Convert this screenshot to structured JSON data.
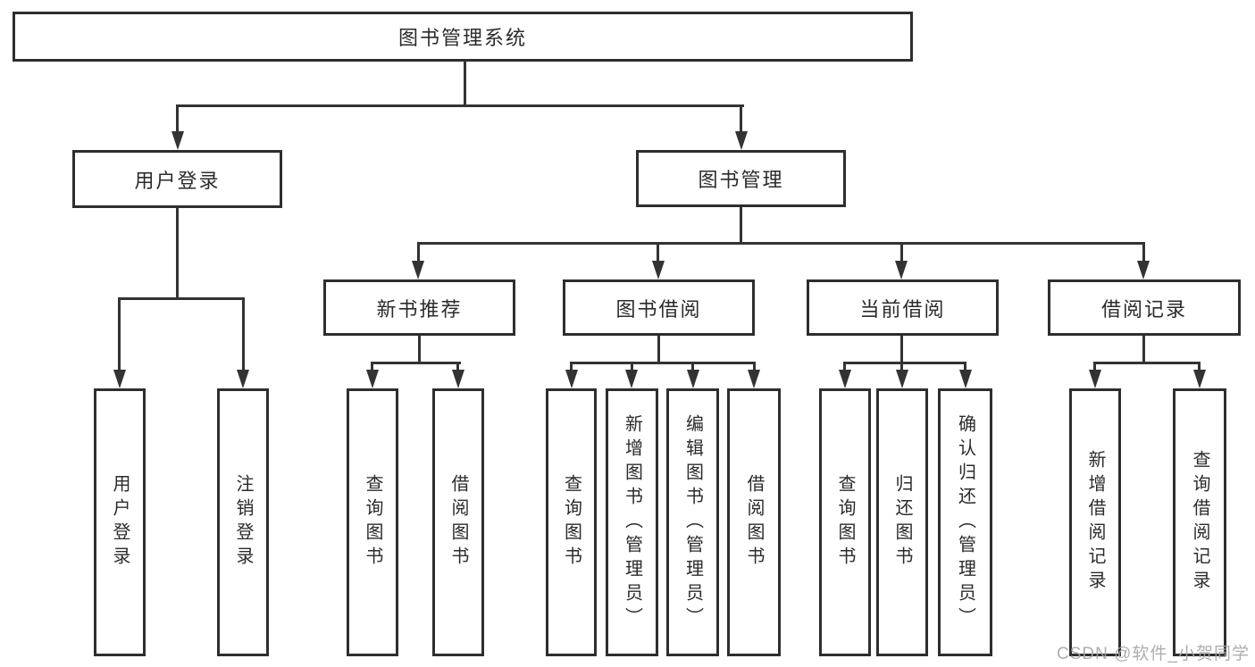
{
  "diagram": {
    "title": "图书管理系统",
    "branches": {
      "user_login": {
        "label": "用户登录",
        "children": {
          "login": "用户登录",
          "logout": "注销登录"
        }
      },
      "book_mgmt": {
        "label": "图书管理",
        "children": {
          "new_book_rec": {
            "label": "新书推荐",
            "children": {
              "c1": "查询图书",
              "c2": "借阅图书"
            }
          },
          "book_borrow": {
            "label": "图书借阅",
            "children": {
              "c1": "查询图书",
              "c2": "新增图书（管理员）",
              "c3": "编辑图书（管理员）",
              "c4": "借阅图书"
            }
          },
          "current_borrow": {
            "label": "当前借阅",
            "children": {
              "c1": "查询图书",
              "c2": "归还图书",
              "c3": "确认归还（管理员）"
            }
          },
          "borrow_records": {
            "label": "借阅记录",
            "children": {
              "c1": "新增借阅记录",
              "c2": "查询借阅记录"
            }
          }
        }
      }
    }
  },
  "watermark": "CSDN @软件_小贺同学",
  "colors": {
    "line": "#333333",
    "box_border": "#2e2e2e",
    "text": "#2b2b2b",
    "watermark": "#a5a5a5",
    "background": "#ffffff"
  }
}
